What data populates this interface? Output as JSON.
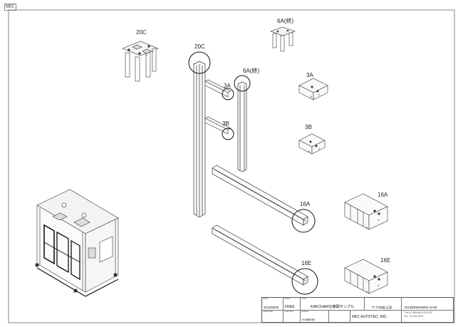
{
  "stamp": "NKC",
  "labels": {
    "top_20c": "20C",
    "top_6a": "6A(終)",
    "frame_20c": "20C",
    "frame_6a": "6A(終)",
    "frame_3a": "3A",
    "frame_3b": "3B",
    "detail_3a": "3A",
    "detail_3b": "3B",
    "beam_16a": "16A",
    "detail_16a": "16A",
    "beam_16e": "16E",
    "detail_16e": "16E"
  },
  "titleblock": {
    "date_caption": "DATE",
    "date_value": "2013/03/08",
    "scale_caption": "SCALE",
    "scale_value": "FREE",
    "title_caption": "TITLE",
    "title_value": "KAKCHAR仕様図サンプル",
    "subtitle_value": "サブ4th図-正面",
    "drawno_value": "2013B306G58001-SA05",
    "approved_caption": "APPROVED",
    "checked_caption": "CHECKED",
    "drawn_caption": "DRAWN",
    "drawn_value": "A.Nakano",
    "company_value": "NKC AUTOTEC, INC.",
    "company_addr": "TOKYO BRANCH OFFICE",
    "company_tel": "TEL. 03-442-3570"
  }
}
